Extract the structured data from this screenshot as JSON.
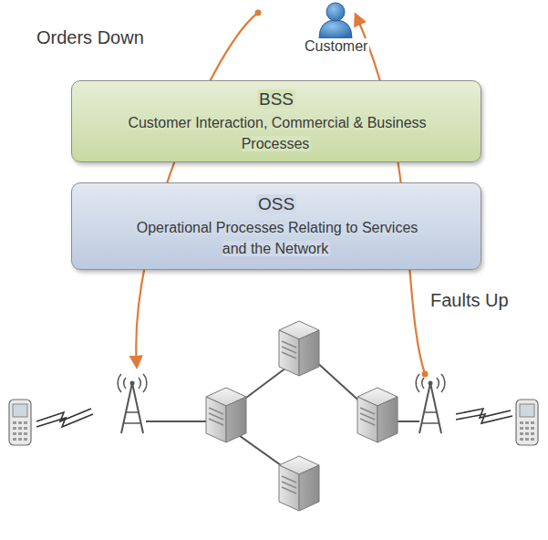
{
  "diagram": {
    "nodes": [
      {
        "text": [
          "BSS",
          "Customer Interaction, Commercial & Business Processes"
        ]
      },
      {
        "text": [
          "OSS",
          "Operational Processes Relating to Services and the Network"
        ]
      }
    ],
    "labels": [
      "Orders Down",
      "Customer",
      "Faults Up"
    ]
  }
}
